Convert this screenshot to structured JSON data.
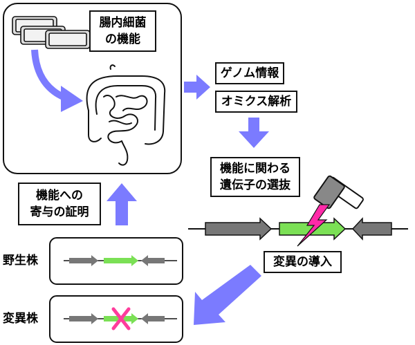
{
  "labels": {
    "gut_function": {
      "line1": "腸内細菌",
      "line2": "の機能"
    },
    "genome_info": "ゲノム情報",
    "omics_analysis": "オミクス解析",
    "gene_selection": {
      "line1": "機能に関わる",
      "line2": "遺伝子の選抜"
    },
    "contribution_proof": {
      "line1": "機能への",
      "line2": "寄与の証明"
    },
    "mutation_introduction": "変異の導入",
    "wild_strain": "野生株",
    "mutant_strain": "変異株"
  },
  "colors": {
    "flow_arrow": "#7b7bff",
    "gene_gray": "#777777",
    "gene_target": "#7be055",
    "lightning": "#ff2aa8",
    "cross_mark": "#ff3c9c",
    "outline": "#111111"
  },
  "icons": {
    "bacteria_culture": "culture-plates-icon",
    "intestine": "intestine-icon",
    "hammer": "hammer-icon",
    "lightning": "lightning-icon",
    "cross": "cross-icon"
  }
}
